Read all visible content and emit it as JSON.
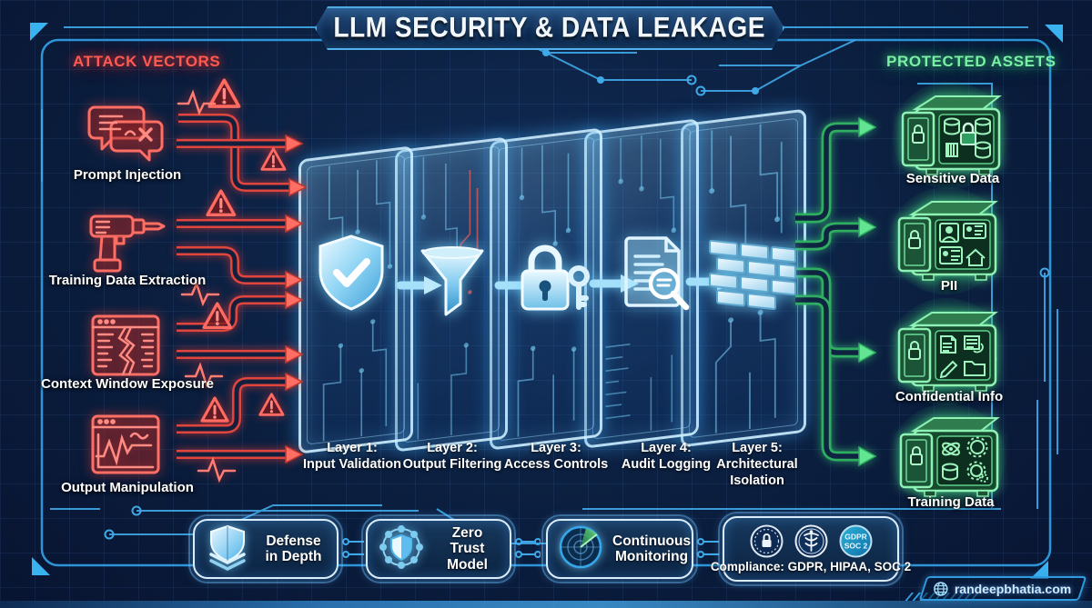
{
  "title": "LLM SECURITY & DATA LEAKAGE",
  "attack_vectors": {
    "heading": "ATTACK VECTORS",
    "items": [
      {
        "label": "Prompt Injection",
        "icon": "chat-injection-icon"
      },
      {
        "label": "Training Data Extraction",
        "icon": "drill-icon"
      },
      {
        "label": "Context Window Exposure",
        "icon": "broken-window-icon"
      },
      {
        "label": "Output Manipulation",
        "icon": "output-waveform-icon"
      }
    ]
  },
  "defense_layers": {
    "items": [
      {
        "title": "Layer 1:",
        "subtitle": "Input Validation",
        "icon": "shield-check-icon"
      },
      {
        "title": "Layer 2:",
        "subtitle": "Output Filtering",
        "icon": "funnel-icon"
      },
      {
        "title": "Layer 3:",
        "subtitle": "Access Controls",
        "icon": "padlock-key-icon"
      },
      {
        "title": "Layer 4:",
        "subtitle": "Audit Logging",
        "icon": "audit-document-icon"
      },
      {
        "title": "Layer 5:",
        "subtitle": "Architectural Isolation",
        "icon": "firewall-brick-icon"
      }
    ]
  },
  "protected_assets": {
    "heading": "PROTECTED ASSETS",
    "items": [
      {
        "label": "Sensitive Data",
        "icon": "safe-database-icon"
      },
      {
        "label": "PII",
        "icon": "safe-identity-icon"
      },
      {
        "label": "Confidential Info",
        "icon": "safe-documents-icon"
      },
      {
        "label": "Training Data",
        "icon": "safe-model-icon"
      }
    ]
  },
  "principles": {
    "items": [
      {
        "label": "Defense in Depth",
        "icon": "layered-shield-icon"
      },
      {
        "label": "Zero Trust Model",
        "icon": "network-shield-icon"
      },
      {
        "label": "Continuous Monitoring",
        "icon": "radar-icon"
      }
    ]
  },
  "compliance": {
    "label": "Compliance: GDPR, HIPAA, SOC 2",
    "badges": [
      {
        "name": "lock-seal-badge"
      },
      {
        "name": "hipaa-caduceus-badge"
      },
      {
        "name": "gdpr-soc2-badge",
        "line1": "GDPR",
        "line2": "SOC 2"
      }
    ]
  },
  "footer": {
    "website": "randeepbhatia.com"
  },
  "colors": {
    "attack_red": "#ff5a50",
    "defense_blue": "#a5e0fa",
    "asset_green": "#55e086",
    "frame_cyan": "#2f9ce0",
    "background_navy": "#0b1e3e"
  }
}
